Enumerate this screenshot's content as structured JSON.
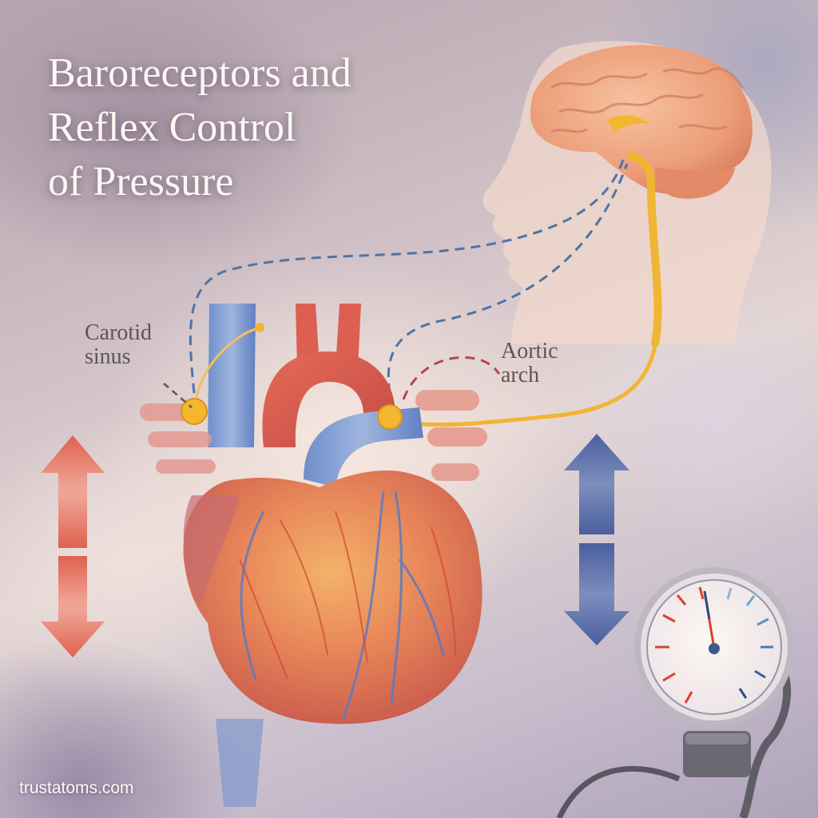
{
  "title": {
    "lines": [
      "Baroreceptors and",
      "Reflex Control",
      "of Pressure"
    ]
  },
  "labels": {
    "carotid_sinus": [
      "Carotid",
      "sinus"
    ],
    "aortic_arch": [
      "Aortic",
      "arch"
    ]
  },
  "watermark": "trustatoms.com",
  "figures": {
    "head_brain": "head-profile-with-brain-and-brainstem",
    "heart": "heart-with-aortic-arch-and-great-vessels",
    "pressure_gauge": "sphygmomanometer-gauge",
    "left_arrow": "red-up-down-arrow",
    "right_arrow": "blue-up-down-arrow"
  },
  "colors": {
    "afferent_dash": "#4f74a6",
    "efferent_nerve": "#f0b532",
    "pressure_high": "#d9534a",
    "pressure_low": "#4b5e9a",
    "label_text": "#5f5552",
    "title_text": "#fbf8f4"
  }
}
